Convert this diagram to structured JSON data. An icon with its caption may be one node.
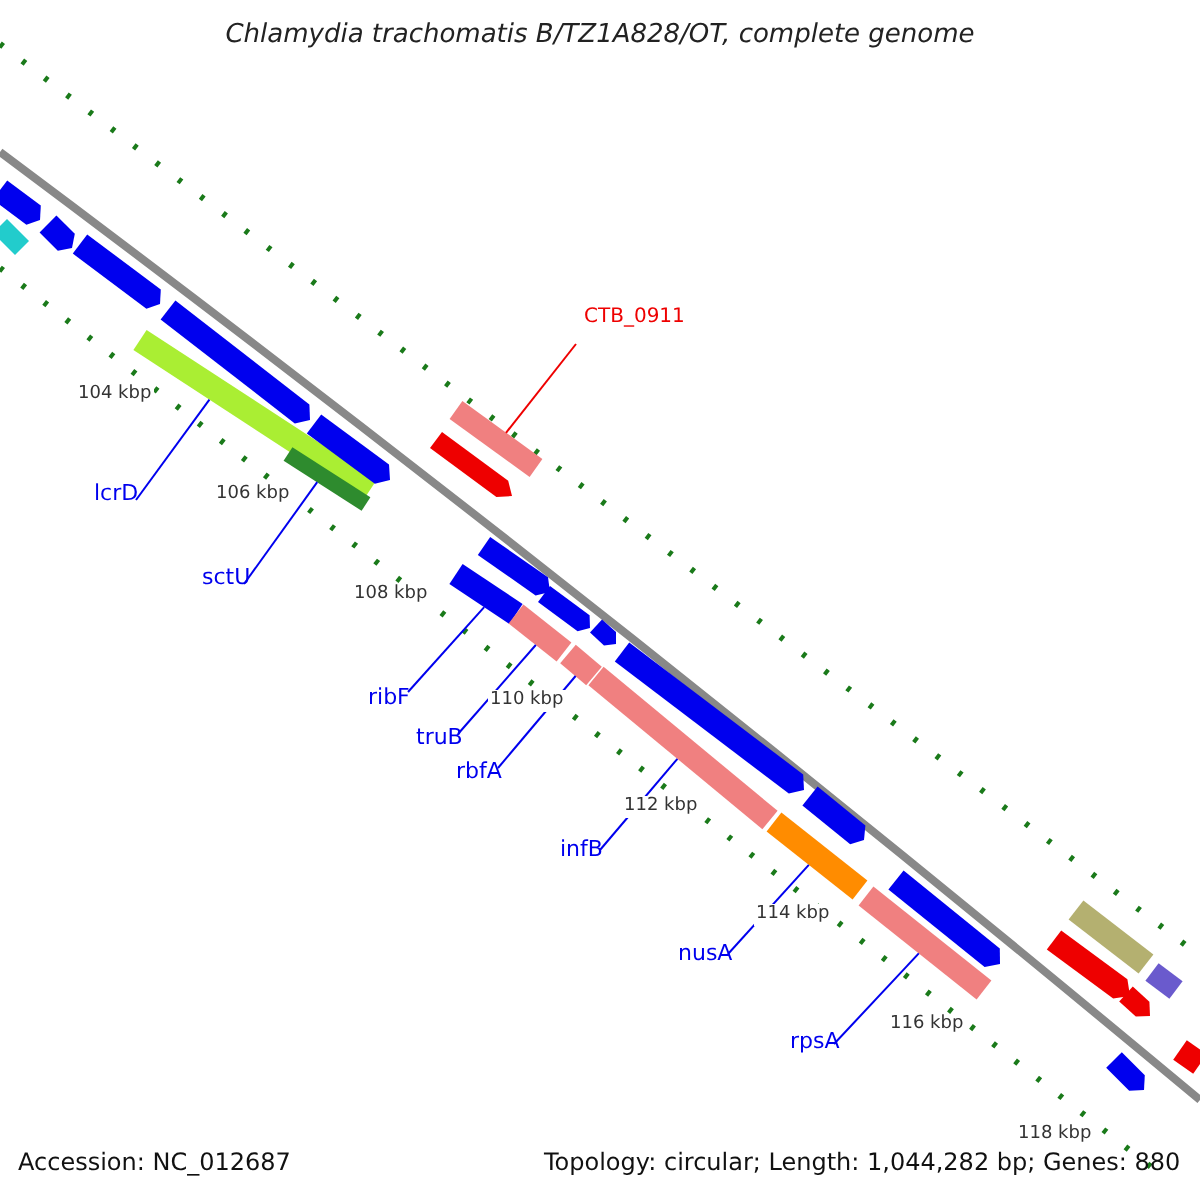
{
  "diagram": {
    "title": "Chlamydia trachomatis B/TZ1A828/OT, complete genome",
    "nodes": [
      {
        "text": [
          "CTB_0911"
        ]
      },
      {
        "text": [
          "lcrD"
        ]
      },
      {
        "text": [
          "sctU"
        ]
      },
      {
        "text": [
          "ribF"
        ]
      },
      {
        "text": [
          "truB"
        ]
      },
      {
        "text": [
          "rbfA"
        ]
      },
      {
        "text": [
          "infB"
        ]
      },
      {
        "text": [
          "nusA"
        ]
      },
      {
        "text": [
          "rpsA"
        ]
      },
      {
        "text": [],
        "shape": "bar"
      },
      {
        "text": [],
        "shape": "bar"
      },
      {
        "text": [],
        "shape": "bar"
      },
      {
        "text": [],
        "shape": "bar"
      },
      {
        "text": [],
        "shape": "bar"
      },
      {
        "text": [],
        "shape": "bar"
      },
      {
        "text": [],
        "shape": "bar"
      },
      {
        "text": [],
        "shape": "bar"
      },
      {
        "text": [],
        "shape": "bar"
      },
      {
        "text": [],
        "shape": "bar"
      },
      {
        "text": [],
        "shape": "bar"
      },
      {
        "text": [],
        "shape": "bar"
      },
      {
        "text": [],
        "shape": "bar"
      },
      {
        "text": [],
        "shape": "bar"
      },
      {
        "text": [],
        "shape": "bar"
      },
      {
        "text": [],
        "shape": "bar"
      },
      {
        "text": [],
        "shape": "bar"
      },
      {
        "text": [],
        "shape": "bar"
      },
      {
        "text": [],
        "shape": "bar"
      },
      {
        "text": [],
        "shape": "bar"
      },
      {
        "text": [],
        "shape": "bar"
      },
      {
        "text": [],
        "shape": "bar"
      },
      {
        "text": [],
        "shape": "bar"
      },
      {
        "text": [],
        "shape": "bar"
      },
      {
        "text": [],
        "shape": "bar"
      },
      {
        "text": [],
        "shape": "bar"
      },
      {
        "text": [],
        "shape": "bar"
      },
      {
        "text": [],
        "shape": "bar"
      }
    ],
    "edges": [
      {
        "from": 0,
        "to": 18,
        "arrow": "none",
        "color": "#ee0000"
      },
      {
        "from": 1,
        "to": 13,
        "arrow": "none"
      },
      {
        "from": 2,
        "to": 15,
        "arrow": "none"
      },
      {
        "from": 3,
        "to": 19,
        "arrow": "none"
      },
      {
        "from": 4,
        "to": 21,
        "arrow": "none"
      },
      {
        "from": 5,
        "to": 23,
        "arrow": "none"
      },
      {
        "from": 6,
        "to": 25,
        "arrow": "none"
      },
      {
        "from": 7,
        "to": 27,
        "arrow": "none"
      },
      {
        "from": 8,
        "to": 29,
        "arrow": "none"
      }
    ],
    "labels": [
      "104 kbp",
      "106 kbp",
      "108 kbp",
      "110 kbp",
      "112 kbp",
      "114 kbp",
      "116 kbp",
      "118 kbp",
      "Accession: NC_012687",
      "Topology: circular; Length: 1,044,282 bp; Genes: 880"
    ]
  }
}
